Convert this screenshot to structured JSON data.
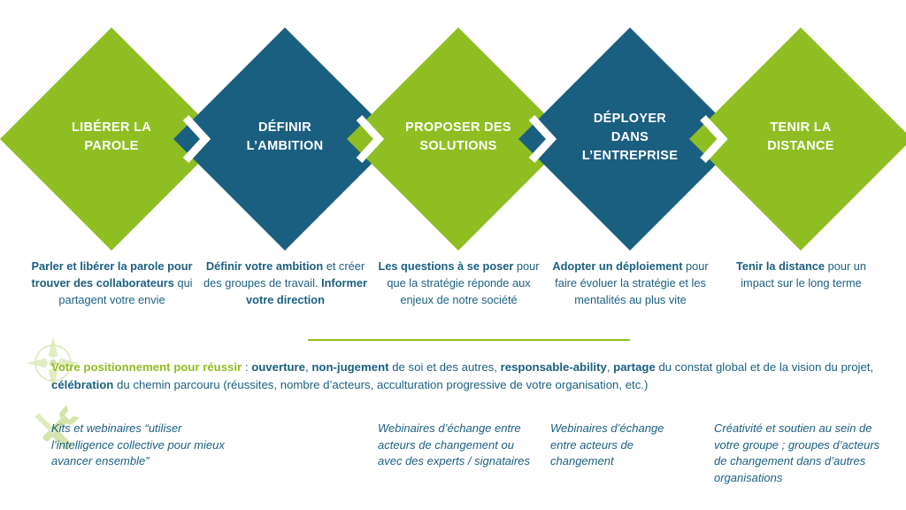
{
  "steps": [
    {
      "title": "LIBÉRER LA\nPAROLE",
      "color": "#8fbe22",
      "desc": [
        {
          "t": "Parler et libérer la parole ",
          "b": true
        },
        {
          "t": "pour trouver des collaborateurs",
          "b": true
        },
        {
          "t": " qui partagent votre envie",
          "b": false
        }
      ]
    },
    {
      "title": "DÉFINIR\nL’AMBITION",
      "color": "#1b5f80",
      "desc": [
        {
          "t": "Définir votre ambition",
          "b": true
        },
        {
          "t": " et créer des groupes de travail. ",
          "b": false
        },
        {
          "t": "Informer votre direction",
          "b": true
        }
      ]
    },
    {
      "title": "PROPOSER DES\nSOLUTIONS",
      "color": "#8fbe22",
      "desc": [
        {
          "t": "Les questions à se poser",
          "b": true
        },
        {
          "t": " pour que la stratégie réponde aux enjeux de notre société",
          "b": false
        }
      ]
    },
    {
      "title": "DÉPLOYER\nDANS\nL’ENTREPRISE",
      "color": "#1b5f80",
      "desc": [
        {
          "t": "Adopter un déploiement",
          "b": true
        },
        {
          "t": " pour faire évoluer la stratégie et les mentalités au plus vite",
          "b": false
        }
      ]
    },
    {
      "title": "TENIR LA\nDISTANCE",
      "color": "#8fbe22",
      "desc": [
        {
          "t": "Tenir la distance",
          "b": true
        },
        {
          "t": " pour un impact sur le long terme",
          "b": false
        }
      ]
    }
  ],
  "positioning": {
    "icon": "compass-rose-icon",
    "segments": [
      {
        "t": "Votre positionnement pour réussir",
        "s": "lead"
      },
      {
        "t": " : ",
        "s": ""
      },
      {
        "t": "ouverture",
        "s": "b"
      },
      {
        "t": ", ",
        "s": ""
      },
      {
        "t": "non-jugement",
        "s": "b"
      },
      {
        "t": " de soi et des autres, ",
        "s": ""
      },
      {
        "t": "responsable-ability",
        "s": "b"
      },
      {
        "t": ", ",
        "s": ""
      },
      {
        "t": "partage",
        "s": "b"
      },
      {
        "t": " du constat global et de la vision du projet, ",
        "s": ""
      },
      {
        "t": "célébration",
        "s": "b"
      },
      {
        "t": " du chemin parcouru (réussites, nombre d’acteurs, acculturation progressive de votre organisation, etc.)",
        "s": ""
      }
    ]
  },
  "resources": {
    "icon": "tools-icon",
    "items": [
      "Kits et webinaires “utiliser l’intelligence collective pour mieux avancer ensemble”",
      "Webinaires d’échange entre acteurs de changement ou avec des experts / signataires",
      "Webinaires d’échange entre acteurs de changement",
      "Créativité et soutien au sein de votre groupe ; groupes d’acteurs de changement dans d’autres organisations"
    ]
  },
  "colors": {
    "green": "#8fbe22",
    "blue": "#1b5f80",
    "arrow": "#ffffff"
  }
}
